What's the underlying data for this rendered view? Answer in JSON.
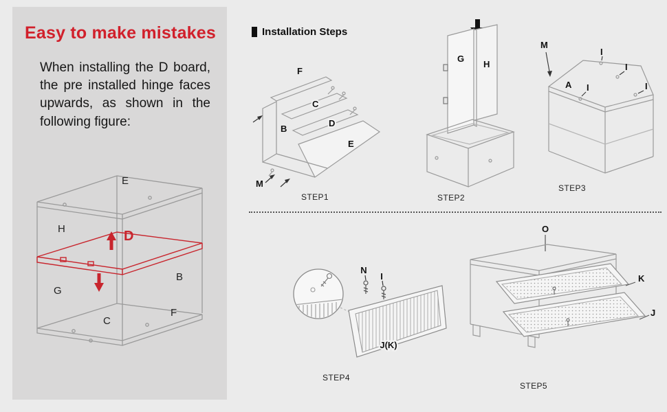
{
  "colors": {
    "accent": "#d1202b",
    "shelf_red": "#c8252d",
    "panel_bg": "#d9d8d8",
    "page_bg": "#ebebeb",
    "line": "#9a9a9a",
    "text": "#161616"
  },
  "left_panel": {
    "title": "Easy to make mistakes",
    "body": "When installing the D board, the pre installed hinge faces upwards, as shown in the following figure:",
    "figure_labels": {
      "E": "E",
      "H": "H",
      "D": "D",
      "G": "G",
      "B": "B",
      "C": "C",
      "F": "F"
    }
  },
  "installation": {
    "header": "Installation Steps",
    "step1": {
      "caption": "STEP1",
      "labels": {
        "F": "F",
        "C": "C",
        "D": "D",
        "B": "B",
        "E": "E",
        "M": "M"
      }
    },
    "step2": {
      "caption": "STEP2",
      "labels": {
        "G": "G",
        "H": "H"
      }
    },
    "step3": {
      "caption": "STEP3",
      "labels": {
        "M": "M",
        "A": "A",
        "I1": "I",
        "I2": "I",
        "I3": "I",
        "I4": "I"
      }
    },
    "step4": {
      "caption": "STEP4",
      "labels": {
        "N": "N",
        "I": "I",
        "JK": "J(K)"
      }
    },
    "step5": {
      "caption": "STEP5",
      "labels": {
        "O": "O",
        "K": "K",
        "J": "J"
      }
    }
  }
}
